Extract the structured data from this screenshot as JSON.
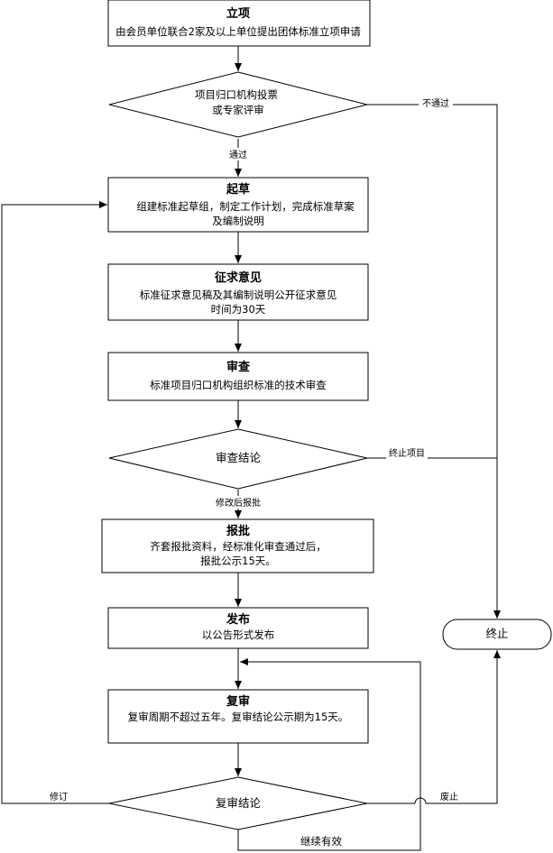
{
  "steps": {
    "lixiang": {
      "title": "立项",
      "line1": "由会员单位联合2家及以上单位提出团体标准立项申请"
    },
    "review1": {
      "line1": "项目归口机构投票",
      "line2": "或专家评审"
    },
    "qicao": {
      "title": "起草",
      "line1": "组建标准起草组，制定工作计划，完成标准草案",
      "line2": "及编制说明"
    },
    "zhengqiu": {
      "title": "征求意见",
      "line1": "标准征求意见稿及其编制说明公开征求意见",
      "line2": "时间为30天"
    },
    "shencha": {
      "title": "审查",
      "line1": "标准项目归口机构组织标准的技术审查"
    },
    "conclusion": {
      "label": "审查结论"
    },
    "baopi": {
      "title": "报批",
      "line1": "齐套报批资料，经标准化审查通过后，",
      "line2": "报批公示15天。"
    },
    "fabu": {
      "title": "发布",
      "line1": "以公告形式发布"
    },
    "fushen": {
      "title": "复审",
      "line1": "复审周期不超过五年。复审结论公示期为15天。"
    },
    "fushen_conclusion": {
      "label": "复审结论"
    },
    "terminate": {
      "label": "终止"
    }
  },
  "edges": {
    "pass": "通过",
    "fail": "不通过",
    "terminate_project": "终止项目",
    "revise_then_approve": "修改后报批",
    "revise": "修订",
    "abolish": "废止",
    "continue_valid": "继续有效"
  }
}
